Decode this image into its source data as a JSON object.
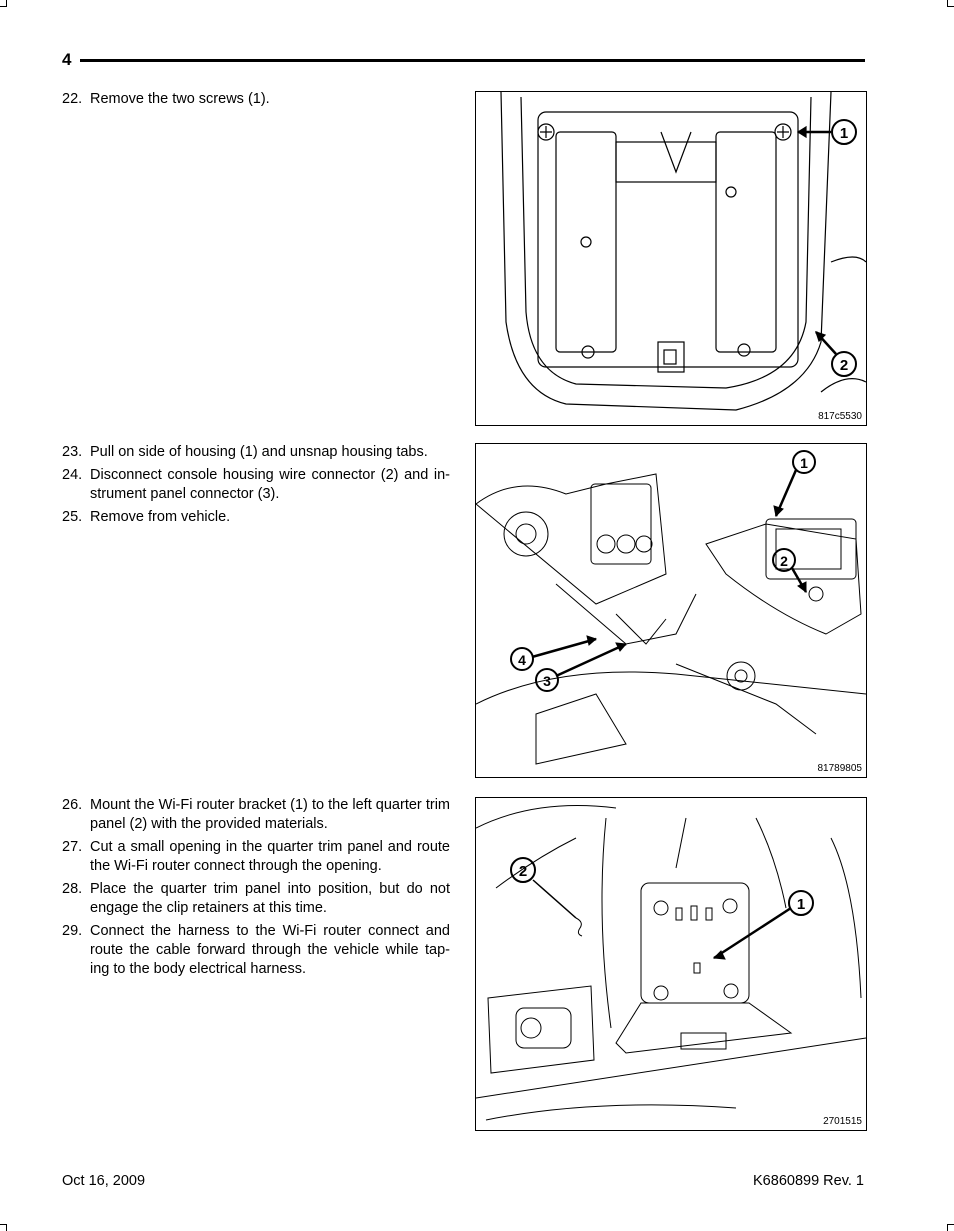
{
  "page_number": "4",
  "sections": [
    {
      "steps": [
        {
          "num": "22.",
          "text": "Remove the two screws (1)."
        }
      ],
      "figure": {
        "id": "817c5530",
        "callouts": [
          "1",
          "2"
        ]
      }
    },
    {
      "steps": [
        {
          "num": "23.",
          "text": "Pull on side of housing (1) and unsnap housing tabs."
        },
        {
          "num": "24.",
          "text": "Disconnect console housing wire connector (2) and in-strument panel connector (3)."
        },
        {
          "num": "25.",
          "text": "Remove from vehicle."
        }
      ],
      "figure": {
        "id": "81789805",
        "callouts": [
          "1",
          "2",
          "3",
          "4"
        ]
      }
    },
    {
      "steps": [
        {
          "num": "26.",
          "text": "Mount the Wi-Fi router bracket (1) to the left quarter trim panel (2) with the provided materials."
        },
        {
          "num": "27.",
          "text": "Cut a small opening in the quarter trim panel and route the Wi-Fi router connect through the opening."
        },
        {
          "num": "28.",
          "text": "Place the quarter trim panel into position, but do not engage the clip retainers at this time."
        },
        {
          "num": "29.",
          "text": "Connect the harness to the Wi-Fi router connect and route the cable forward through the vehicle while tap-ing to the body electrical harness."
        }
      ],
      "figure": {
        "id": "2701515",
        "callouts": [
          "2",
          "1"
        ]
      }
    }
  ],
  "footer": {
    "date": "Oct 16, 2009",
    "doc_id": "K6860899 Rev. 1"
  }
}
